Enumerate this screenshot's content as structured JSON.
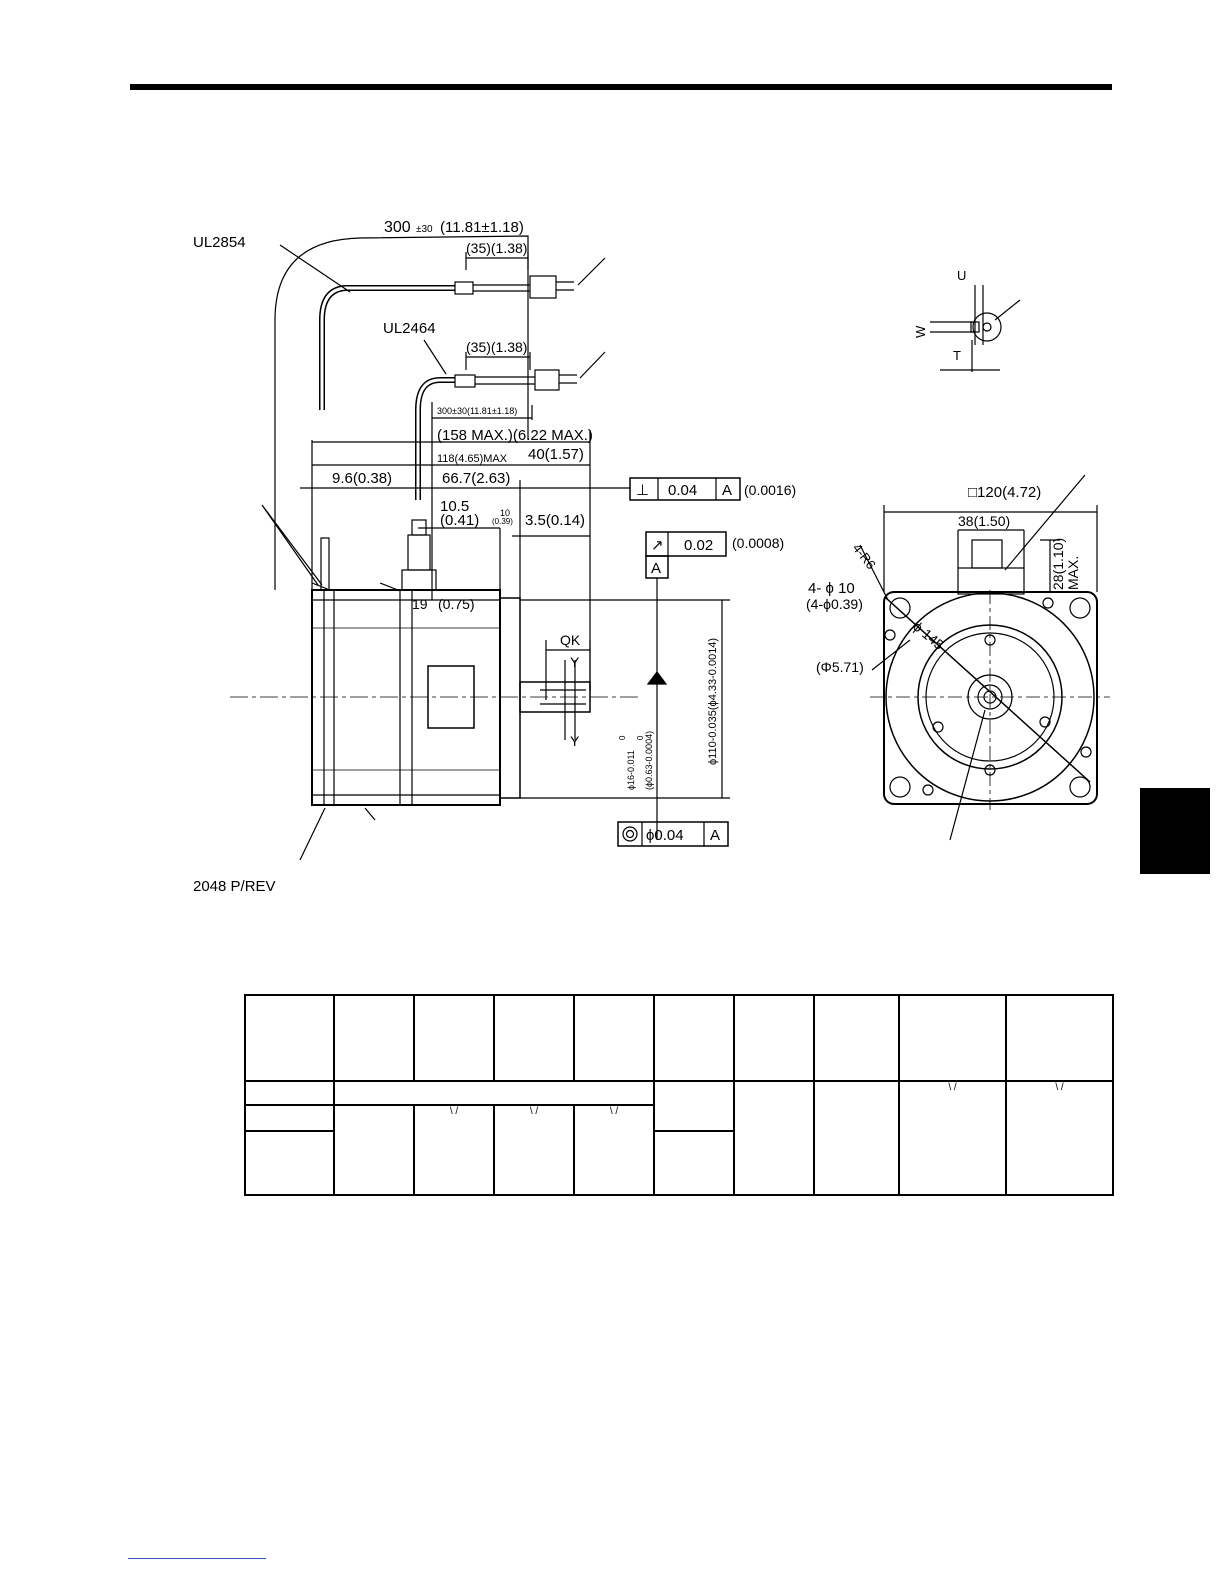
{
  "drawing": {
    "cable1_label": "UL2854",
    "cable2_label": "UL2464",
    "cable1_length": "300",
    "cable1_tol": "±30",
    "cable1_length_in": "(11.81±1.18)",
    "cable1_strip": "(35)(1.38)",
    "cable2_strip": "(35)(1.38)",
    "cable2_length": "300±30(11.81±1.18)",
    "overall_length": "(158 MAX.)(6.22 MAX.)",
    "body_length": "118(4.65)MAX",
    "shaft_length": "40(1.57)",
    "dim_9_6": "9.6(0.38)",
    "dim_66_7": "66.7(2.63)",
    "dim_10_5": "10.5",
    "dim_10_5_in": "(0.41)",
    "dim_10": "10",
    "dim_10_in": "(0.39)",
    "dim_3_5": "3.5(0.14)",
    "dim_19": "19",
    "dim_19_in": "(0.75)",
    "perp_tol": "0.04",
    "perp_datum": "A",
    "perp_in": "(0.0016)",
    "runout_tol": "0.02",
    "runout_in": "(0.0008)",
    "datum_a": "A",
    "concentric_tol": "ϕ0.04",
    "concentric_datum": "A",
    "qk_label": "QK",
    "y_label_top": "Y",
    "y_label_bottom": "Y",
    "shaft_dia": "ϕ16-0.011",
    "shaft_dia_top": "0",
    "shaft_dia_in": "(ϕ0.63-0.0004)",
    "shaft_dia_in_top": "0",
    "spigot_dia": "ϕ110-0.035(ϕ4.33-0.0014)",
    "encoder_label": "2048 P/REV",
    "key_u": "U",
    "key_w": "W",
    "key_t": "T",
    "flange_square": "□120(4.72)",
    "dim_38": "38(1.50)",
    "dim_28": "28(1.10)",
    "dim_28_max": "MAX.",
    "corner_radius": "4-R6",
    "holes": "4- ϕ 10",
    "holes_in": "(4-ϕ0.39)",
    "pcd": "ϕ 145",
    "pcd_in": "(Φ5.71)"
  },
  "table": {
    "row1": [
      "",
      "",
      "",
      "",
      "",
      "",
      "",
      "",
      "",
      ""
    ],
    "marks": [
      "\\ /",
      "\\ /",
      "\\ /",
      "\\ /",
      "\\ /"
    ]
  }
}
